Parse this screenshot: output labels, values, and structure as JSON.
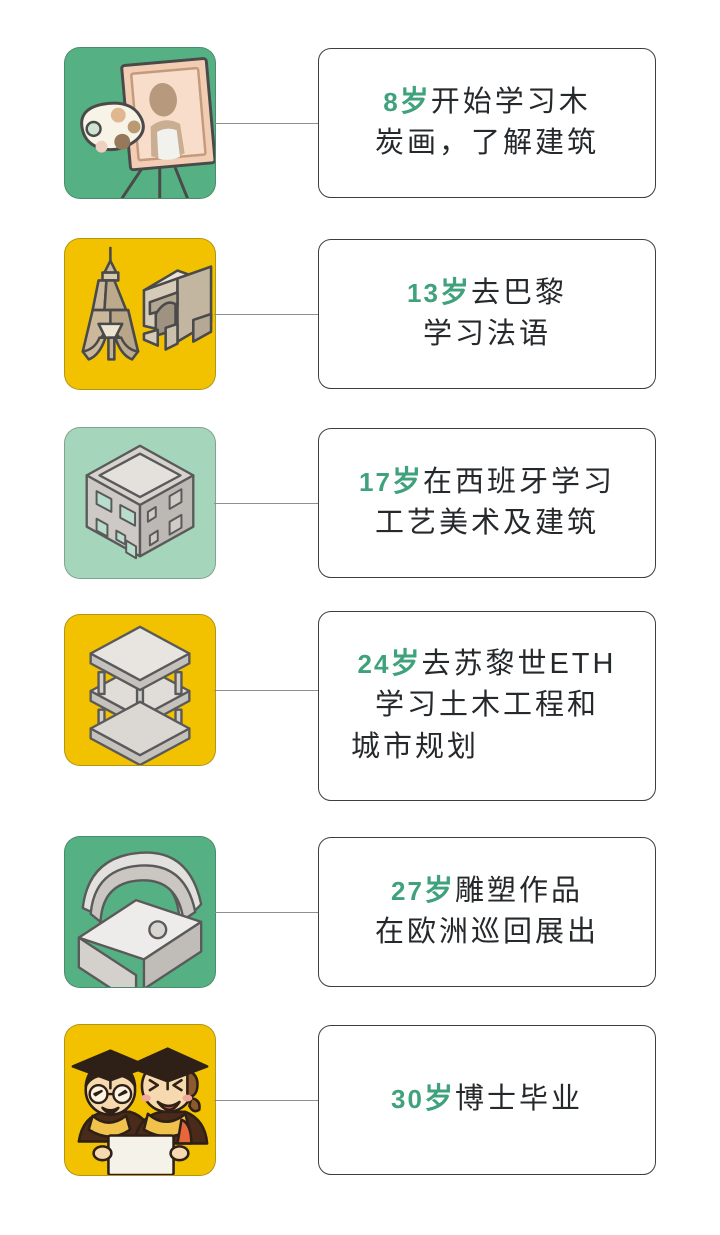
{
  "meta": {
    "title": "建筑师生平时间轴",
    "accent_green": "#3fa27c",
    "text_color": "#26292c",
    "tile_green": "#55b183",
    "tile_mint": "#a5d6bb",
    "tile_yellow": "#f2c200",
    "card_border": "#3b3f43",
    "connector_color": "#8d8f91",
    "background": "#ffffff"
  },
  "timeline": {
    "items": [
      {
        "id": "age-8",
        "age_number": "8",
        "age_unit": "岁",
        "tile_color": "#55b183",
        "icon_name": "easel-palette-icon",
        "lines": [
          "开始学习木",
          "炭画，了解建筑"
        ],
        "full_text": "8岁开始学习木炭画，了解建筑"
      },
      {
        "id": "age-13",
        "age_number": "13",
        "age_unit": "岁",
        "tile_color": "#f2c200",
        "icon_name": "eiffel-tower-arc-icon",
        "lines": [
          "去巴黎",
          "学习法语"
        ],
        "full_text": "13岁去巴黎学习法语"
      },
      {
        "id": "age-17",
        "age_number": "17",
        "age_unit": "岁",
        "tile_color": "#a5d6bb",
        "icon_name": "isometric-building-icon",
        "lines": [
          "在西班牙学习",
          "工艺美术及建筑"
        ],
        "full_text": "17岁在西班牙学习工艺美术及建筑"
      },
      {
        "id": "age-24",
        "age_number": "24",
        "age_unit": "岁",
        "tile_color": "#f2c200",
        "icon_name": "domino-slab-frame-icon",
        "lines": [
          "去苏黎世ETH",
          "学习土木工程和",
          "城市规划"
        ],
        "full_text": "24岁去苏黎世ETH学习土木工程和城市规划"
      },
      {
        "id": "age-27",
        "age_number": "27",
        "age_unit": "岁",
        "tile_color": "#55b183",
        "icon_name": "curved-roof-chapel-icon",
        "lines": [
          "雕塑作品",
          "在欧洲巡回展出"
        ],
        "full_text": "27岁雕塑作品在欧洲巡回展出"
      },
      {
        "id": "age-30",
        "age_number": "30",
        "age_unit": "岁",
        "tile_color": "#f2c200",
        "icon_name": "graduates-diploma-icon",
        "lines": [
          "博士毕业"
        ],
        "full_text": "30岁博士毕业"
      }
    ]
  }
}
